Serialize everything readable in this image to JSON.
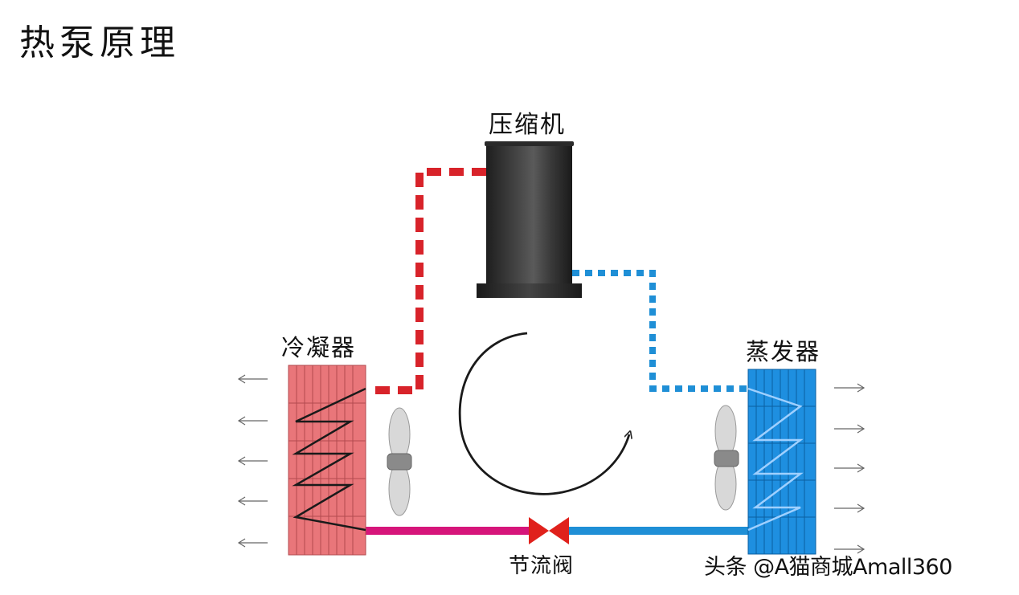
{
  "title": "热泵原理",
  "components": {
    "compressor": "压缩机",
    "condenser": "冷凝器",
    "evaporator": "蒸发器",
    "expansion_valve": "节流阀"
  },
  "colors": {
    "hot_gas_line": "#d8232a",
    "cold_gas_line": "#1f8fd6",
    "liquid_line_hot": "#d6157a",
    "liquid_line_cold": "#1f8fd6",
    "condenser_fill": "#e9767a",
    "evaporator_fill": "#1e8fe0",
    "valve": "#e0211c",
    "compressor": "#333333"
  },
  "icons": [
    "compressor-icon",
    "fan-icon",
    "valve-icon",
    "cycle-arrow-icon",
    "outflow-arrow-icon",
    "coil-icon"
  ],
  "watermark": "头条 @A猫商城Amall360"
}
